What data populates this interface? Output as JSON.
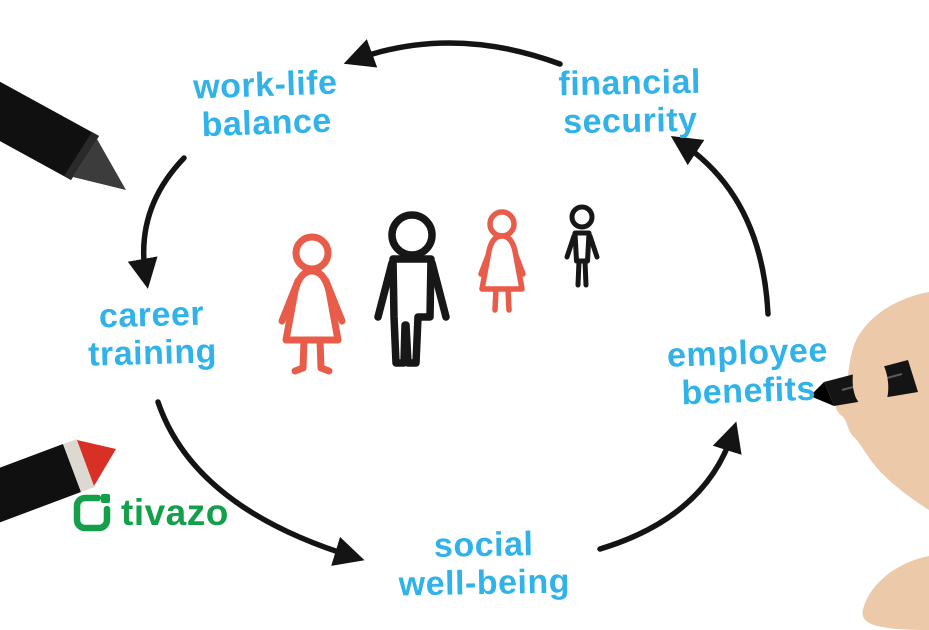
{
  "logo": {
    "text": "tivazo"
  },
  "diagram": {
    "type": "cycle",
    "nodes": [
      {
        "id": "work-life-balance",
        "line1": "work-life",
        "line2": "balance"
      },
      {
        "id": "financial-security",
        "line1": "financial",
        "line2": "security"
      },
      {
        "id": "employee-benefits",
        "line1": "employee",
        "line2": "benefits"
      },
      {
        "id": "social-well-being",
        "line1": "social",
        "line2": "well-being"
      },
      {
        "id": "career-training",
        "line1": "career",
        "line2": "training"
      }
    ],
    "figures": [
      {
        "name": "woman-figure-large",
        "color": "red"
      },
      {
        "name": "man-figure-large",
        "color": "black"
      },
      {
        "name": "woman-figure-small",
        "color": "red"
      },
      {
        "name": "child-figure-small",
        "color": "black"
      }
    ],
    "colors": {
      "label_blue": "#31b2e8",
      "figure_red": "#e85c4a",
      "figure_black": "#171717",
      "arrow_black": "#141414",
      "logo_green": "#14a04a",
      "skin": "#eccaa9",
      "marker_red_tip": "#d93025"
    }
  }
}
